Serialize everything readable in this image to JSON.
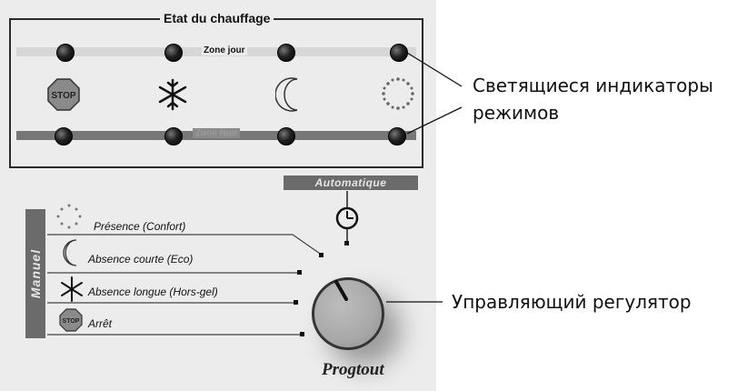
{
  "panel": {
    "frame_title": "Etat du chauffage",
    "zone_day": "Zone jour",
    "zone_night": "Zone Nuit",
    "automatique": "Automatique",
    "manuel": "Manuel",
    "modes": [
      {
        "label": "Présence (Confort)",
        "icon": "sun-dotted-icon"
      },
      {
        "label": "Absence courte (Eco)",
        "icon": "crescent-moon-icon"
      },
      {
        "label": "Absence longue (Hors-gel)",
        "icon": "snowflake-icon"
      },
      {
        "label": "Arrêt",
        "icon": "stop-sign-icon"
      }
    ],
    "stop_text": "STOP",
    "brand": "Progtout"
  },
  "annotations": {
    "indicators_line1": "Светящиеся индикаторы",
    "indicators_line2": "режимов",
    "regulator": "Управляющий регулятор"
  }
}
